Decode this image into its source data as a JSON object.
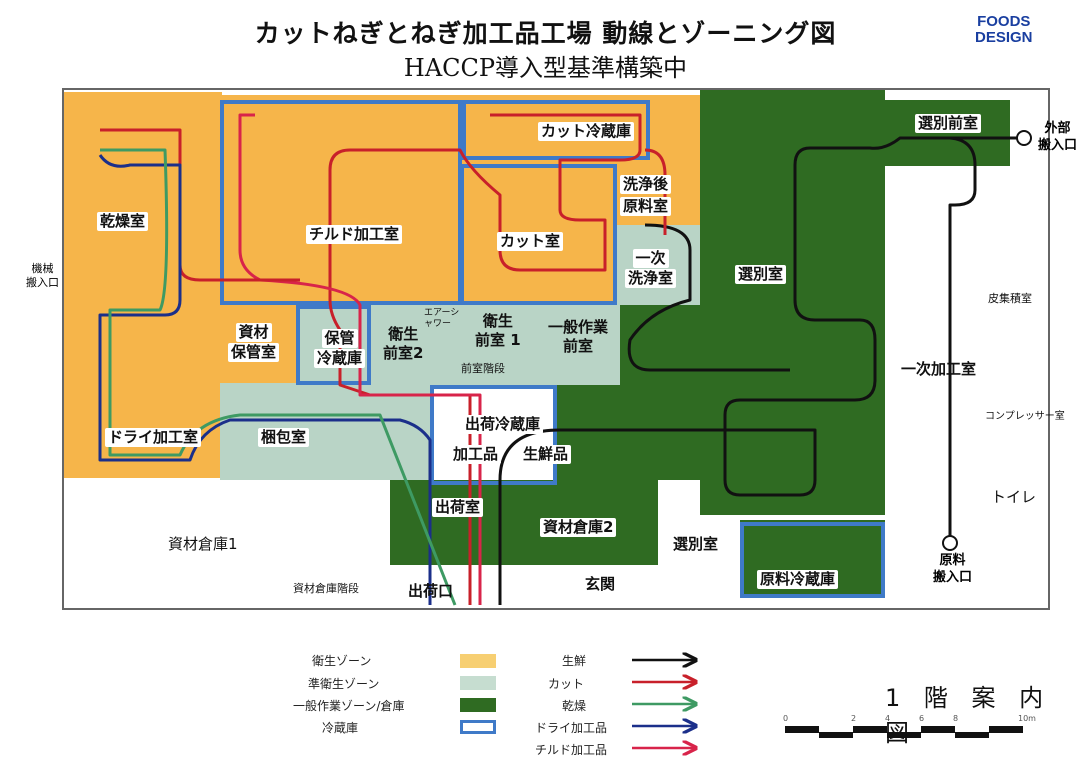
{
  "header": {
    "title": "カットねぎとねぎ加工品工場 動線とゾーニング図",
    "subtitle": "HACCP導入型基準構築中",
    "logo_text": "FOODS DESIGN"
  },
  "rooms": {
    "kanso": "乾燥室",
    "chilled": "チルド加工室",
    "cut_cold": "カット冷蔵庫",
    "cut_room": "カット室",
    "senjogo": "洗浄後",
    "genryo_shitsu": "原料室",
    "ichiji_1": "一次",
    "ichiji_2": "洗浄室",
    "sizai_hokan_1": "資材",
    "sizai_hokan_2": "保管室",
    "hokan_1": "保管",
    "hokan_2": "冷蔵庫",
    "eisei2_1": "衛生",
    "eisei2_2": "前室2",
    "eisei1_1": "衛生",
    "eisei1_2": "前室 1",
    "ippan_1": "一般作業",
    "ippan_2": "前室",
    "zenshitsu_kaidan": "前室階段",
    "air_shower": "エアーシャワー",
    "dry": "ドライ加工室",
    "konpo": "梱包室",
    "shukka_cold": "出荷冷蔵庫",
    "kakohin": "加工品",
    "sensen": "生鮮品",
    "shukka_shitsu": "出荷室",
    "shizai_soko2": "資材倉庫2",
    "shizai_soko1": "資材倉庫1",
    "shizai_kaidan": "資材倉庫階段",
    "shukka_guchi": "出荷口",
    "genkan": "玄関",
    "senbetsu_shitsu": "選別室",
    "senbetsu": "選別室",
    "senbetsu_zen": "選別前室",
    "genryo_cold": "原料冷蔵庫",
    "ichiji_kako": "一次加工室",
    "kawa": "皮集積室",
    "compressor": "コンプレッサー室",
    "toilet": "トイレ",
    "kikai_1": "機械",
    "kikai_2": "搬入口",
    "gaibu_1": "外部",
    "gaibu_2": "搬入口",
    "genryo_in_1": "原料",
    "genryo_in_2": "搬入口"
  },
  "legend": {
    "zones": [
      {
        "label": "衛生ゾーン",
        "color": "#f7cf72"
      },
      {
        "label": "準衛生ゾーン",
        "color": "#c6ddd0"
      },
      {
        "label": "一般作業ゾーン/倉庫",
        "color": "#2f6b22"
      },
      {
        "label": "冷蔵庫",
        "color": "#3f7ac8"
      }
    ],
    "flows": [
      {
        "label": "生鮮",
        "color": "#111111"
      },
      {
        "label": "カット",
        "color": "#c8202a"
      },
      {
        "label": "乾燥",
        "color": "#3e9a63"
      },
      {
        "label": "ドライ加工品",
        "color": "#1b2f8a"
      },
      {
        "label": "チルド加工品",
        "color": "#d8244a"
      }
    ]
  },
  "floor_title": "1 階 案 内 図",
  "scale": {
    "ticks": [
      "0",
      "2",
      "4",
      "6",
      "8",
      "10m"
    ]
  }
}
